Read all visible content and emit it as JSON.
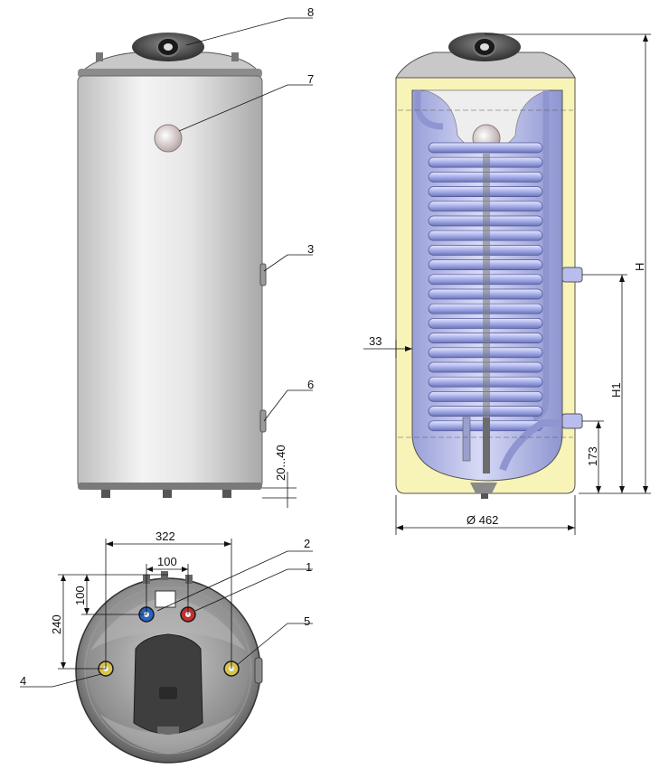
{
  "callouts": {
    "c1": "1",
    "c2": "2",
    "c3": "3",
    "c4": "4",
    "c5": "5",
    "c6": "6",
    "c7": "7",
    "c8": "8"
  },
  "dimensions": {
    "leg_gap": "20...40",
    "side_offset": "33",
    "height_total": "H",
    "height_h1": "H1",
    "height_173": "173",
    "diameter": "Ø 462",
    "width_322": "322",
    "width_100": "100",
    "height_100": "100",
    "height_240": "240"
  },
  "colors": {
    "insulation": "#f8f4b8",
    "tank_inner": "#c9cdf2",
    "coil": "#aab2ee",
    "shell": "#dcdcdc",
    "dark_cap": "#555555",
    "cold_port": "#2a62c4",
    "hot_port": "#c43030",
    "yellow_port": "#d8c34a"
  }
}
